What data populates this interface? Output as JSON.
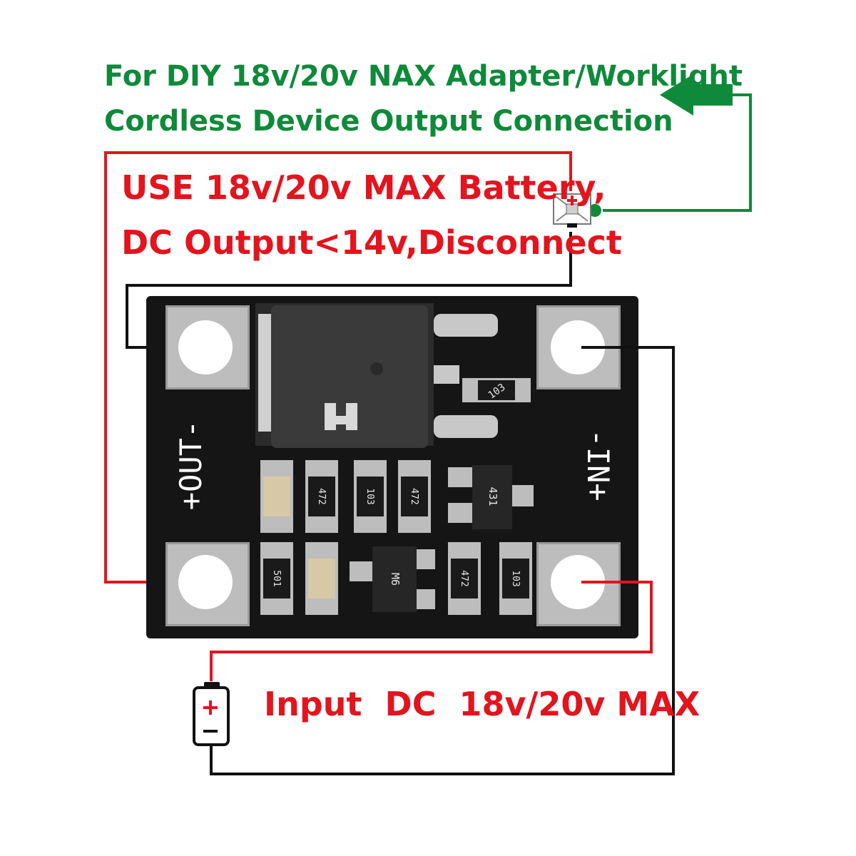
{
  "header": {
    "line1": "For DIY 18v/20v NAX Adapter/Worklight",
    "line2": "Cordless Device Output Connection"
  },
  "warning": {
    "line1": "USE 18v/20v MAX Battery,",
    "line2": "DC Output<14v,Disconnect"
  },
  "input_label": "Input  DC  18v/20v MAX",
  "board": {
    "out_label": "+OUT-",
    "in_label": "-IN+",
    "codes": {
      "r1": "472",
      "r2": "103",
      "r3": "472",
      "r4": "501",
      "r5": "472",
      "r6": "103",
      "r7": "103",
      "t1": "431",
      "t2": "M6"
    }
  },
  "colors": {
    "green": "#0e8a3a",
    "red": "#e3141e",
    "wire_black": "#111111",
    "board": "#111111",
    "pad": "#c9c9c9"
  }
}
